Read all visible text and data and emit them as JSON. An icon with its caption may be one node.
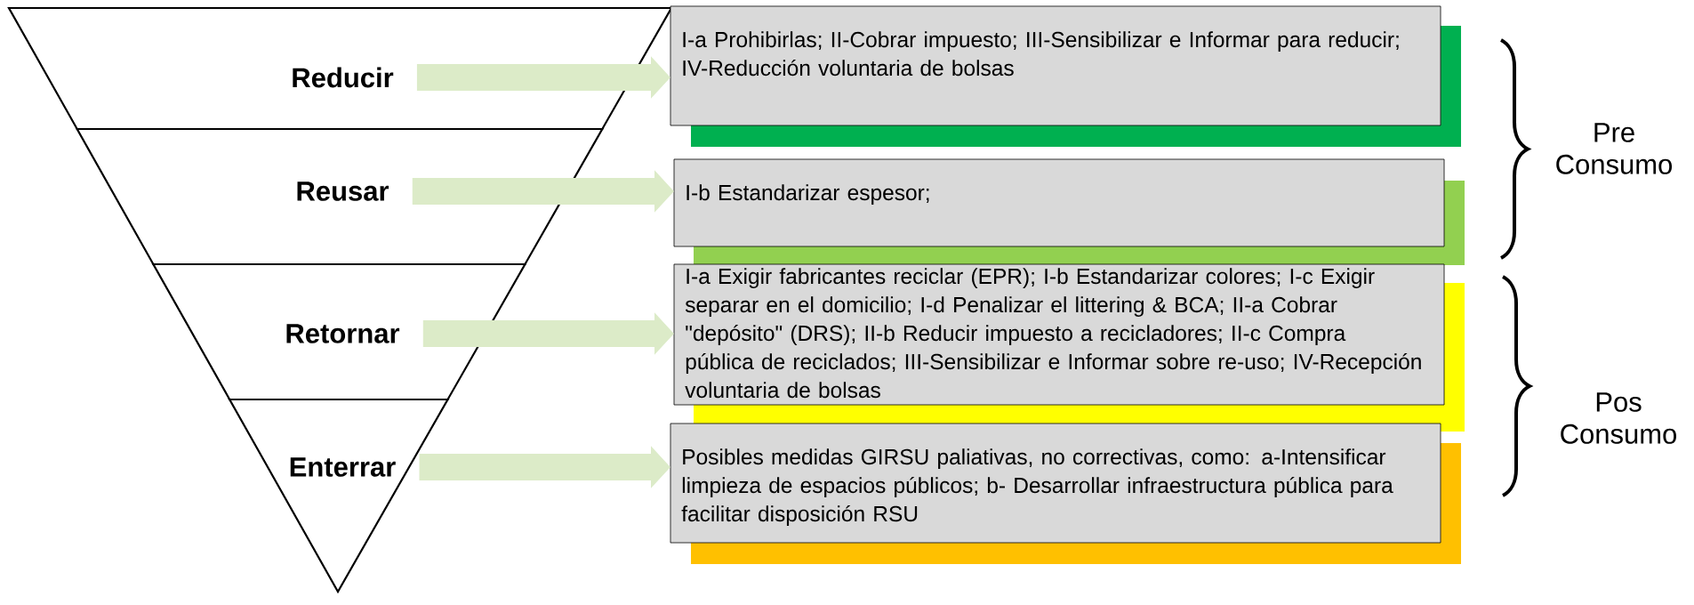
{
  "diagram": {
    "nodes": [
      {
        "text": [
          "Reducir"
        ]
      },
      {
        "text": [
          "Reusar"
        ]
      },
      {
        "text": [
          "Retornar"
        ]
      },
      {
        "text": [
          "Enterrar"
        ]
      },
      {
        "text": [
          "I-a Prohibirlas; II-Cobrar impuesto; III-Sensibilizar e Informar para reducir; IV-Reducción voluntaria de bolsas"
        ]
      },
      {
        "text": [
          "I-b Estandarizar espesor;"
        ]
      },
      {
        "text": [
          "I-a Exigir fabricantes reciclar (EPR); I-b Estandarizar colores; I-c Exigir separar en el domicilio; I-d Penalizar el littering & BCA; II-a Cobrar \"depósito\" (DRS); II-b Reducir impuesto a recicladores; II-c Compra pública de reciclados; III-Sensibilizar e Informar sobre re-uso; IV-Recepción voluntaria de bolsas"
        ]
      },
      {
        "text": [
          "Posibles medidas GIRSU paliativas, no correctivas, como: a-Intensificar limpieza de espacios públicos; b- Desarrollar infraestructura pública para facilitar disposición RSU"
        ]
      }
    ],
    "edges": [
      {
        "from": 0,
        "to": 4,
        "arrow": "to"
      },
      {
        "from": 1,
        "to": 5,
        "arrow": "to"
      },
      {
        "from": 2,
        "to": 6,
        "arrow": "to"
      },
      {
        "from": 3,
        "to": 7,
        "arrow": "to"
      }
    ],
    "labels": [
      "Pre Consumo",
      "Pos Consumo"
    ]
  }
}
